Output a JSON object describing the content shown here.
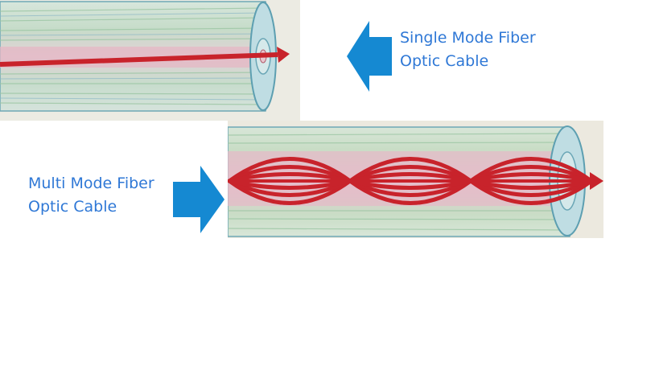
{
  "single_mode": {
    "label_line1": "Single Mode Fiber",
    "label_line2": "Optic Cable"
  },
  "multi_mode": {
    "label_line1": "Multi Mode Fiber",
    "label_line2": "Optic Cable"
  },
  "colors": {
    "label_text": "#2f78d6",
    "arrow_fill": "#1589d2",
    "light_ray": "#c8232b",
    "cladding": "#cfe2d8",
    "panel_background": "#eeebe2"
  }
}
